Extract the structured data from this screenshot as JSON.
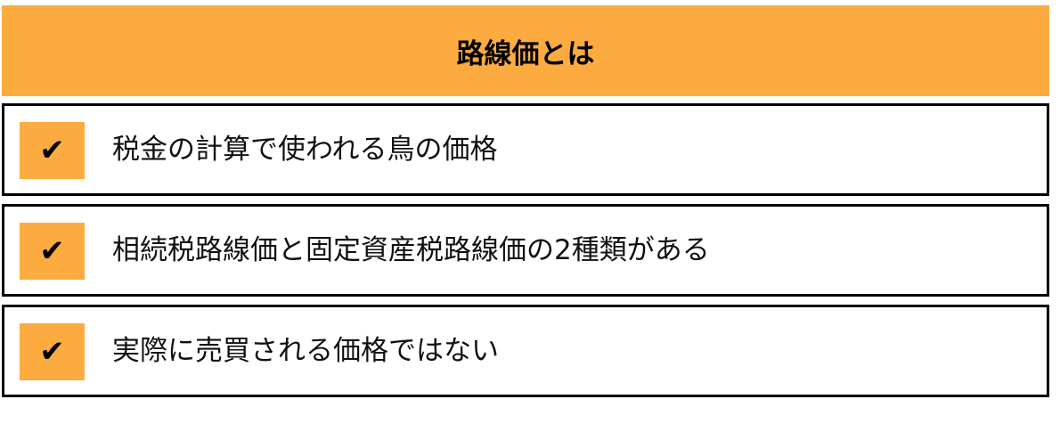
{
  "colors": {
    "accent": "#FBAB40",
    "border": "#000000"
  },
  "header": {
    "title": "路線価とは"
  },
  "items": [
    {
      "icon": "check-mark-icon",
      "glyph": "✔",
      "label": "税金の計算で使われる鳥の価格"
    },
    {
      "icon": "check-mark-icon",
      "glyph": "✔",
      "label": "相続税路線価と固定資産税路線価の2種類がある"
    },
    {
      "icon": "check-mark-icon",
      "glyph": "✔",
      "label": "実際に売買される価格ではない"
    }
  ]
}
